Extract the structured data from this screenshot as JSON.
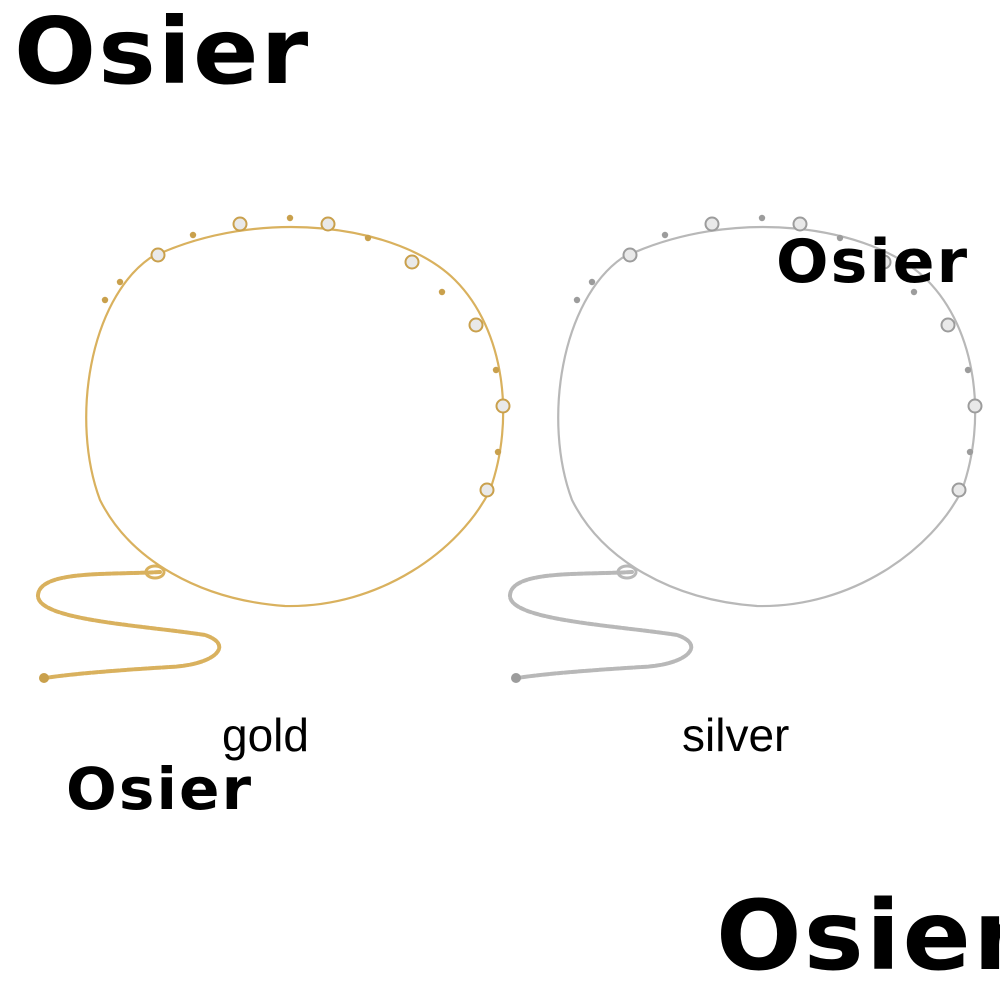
{
  "watermarks": {
    "top_left": "Osier",
    "middle_right": "Osier",
    "middle_left": "Osier",
    "bottom_right": "Osier"
  },
  "variants": [
    {
      "label": "gold",
      "color": "#d9b15e",
      "bead_color": "#c9a04c"
    },
    {
      "label": "silver",
      "color": "#b8b8b8",
      "bead_color": "#9c9c9c"
    }
  ],
  "colors": {
    "background": "#ffffff",
    "watermark": "#000000",
    "stone": "#e9e9e9"
  }
}
